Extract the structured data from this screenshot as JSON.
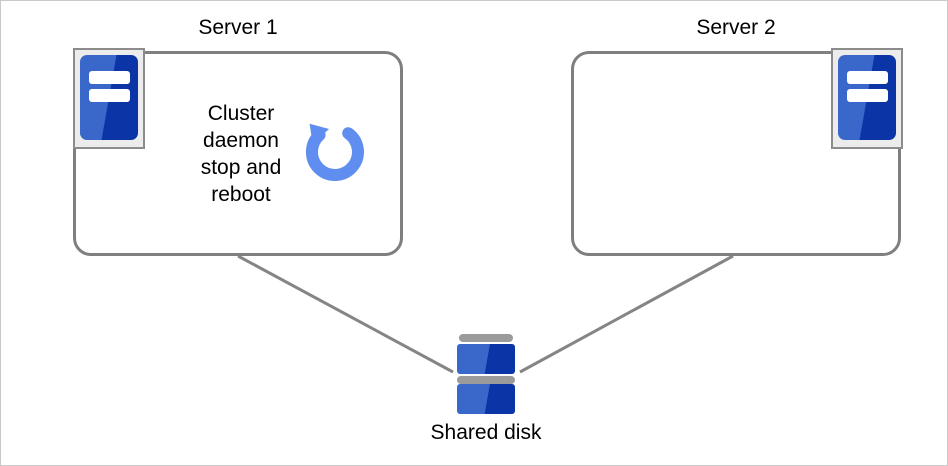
{
  "diagram": {
    "server1": {
      "label": "Server 1",
      "note": "Cluster\ndaemon\nstop and\nreboot"
    },
    "server2": {
      "label": "Server 2"
    },
    "shared_disk": {
      "label": "Shared disk"
    },
    "icons": {
      "server": "server-icon",
      "reboot": "reboot-arrow-icon",
      "disk": "shared-disk-icon"
    },
    "colors": {
      "server_blue_light": "#3a67ca",
      "server_blue_dark": "#0b35a6",
      "reboot_arrow_blue": "#5f8ef0",
      "line_gray": "#858585",
      "box_border_gray": "#7f7f7f",
      "icon_frame_gray": "#8c8c8c",
      "icon_frame_fill": "#ececec",
      "disk_bar_gray": "#9b9b9b",
      "canvas_border": "#c9c9c9"
    }
  }
}
